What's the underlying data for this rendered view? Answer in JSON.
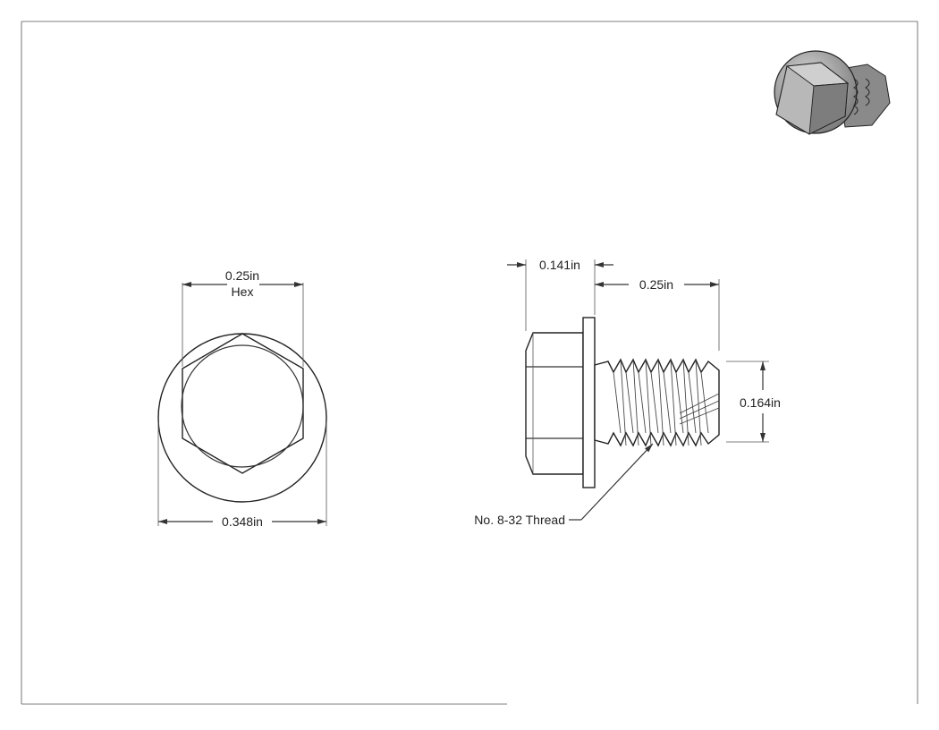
{
  "dimensions": {
    "hex_width": "0.25in",
    "hex_label": "Hex",
    "flange_diameter": "0.348in",
    "head_height": "0.141in",
    "thread_length": "0.25in",
    "thread_diameter": "0.164in",
    "thread_callout": "No. 8-32 Thread"
  }
}
